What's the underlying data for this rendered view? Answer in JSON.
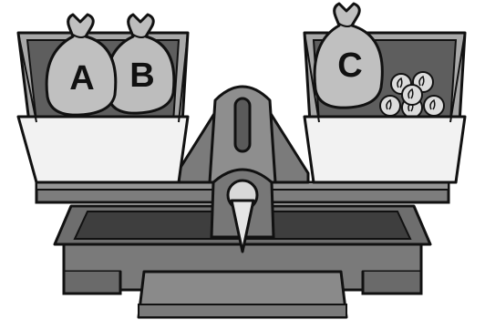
{
  "scale": {
    "left_pan": {
      "bags": [
        {
          "label": "A"
        },
        {
          "label": "B"
        }
      ]
    },
    "right_pan": {
      "bags": [
        {
          "label": "C"
        }
      ],
      "coins": {
        "count": 6
      }
    }
  },
  "colors": {
    "base_dark": "#6f6f6f",
    "base_mid": "#8a8a8a",
    "pan_light": "#f2f2f2",
    "pan_inner": "#bdbdbd",
    "bag_fill": "#b8b8b8",
    "coin_fill": "#dcdcdc",
    "outline": "#111111"
  }
}
